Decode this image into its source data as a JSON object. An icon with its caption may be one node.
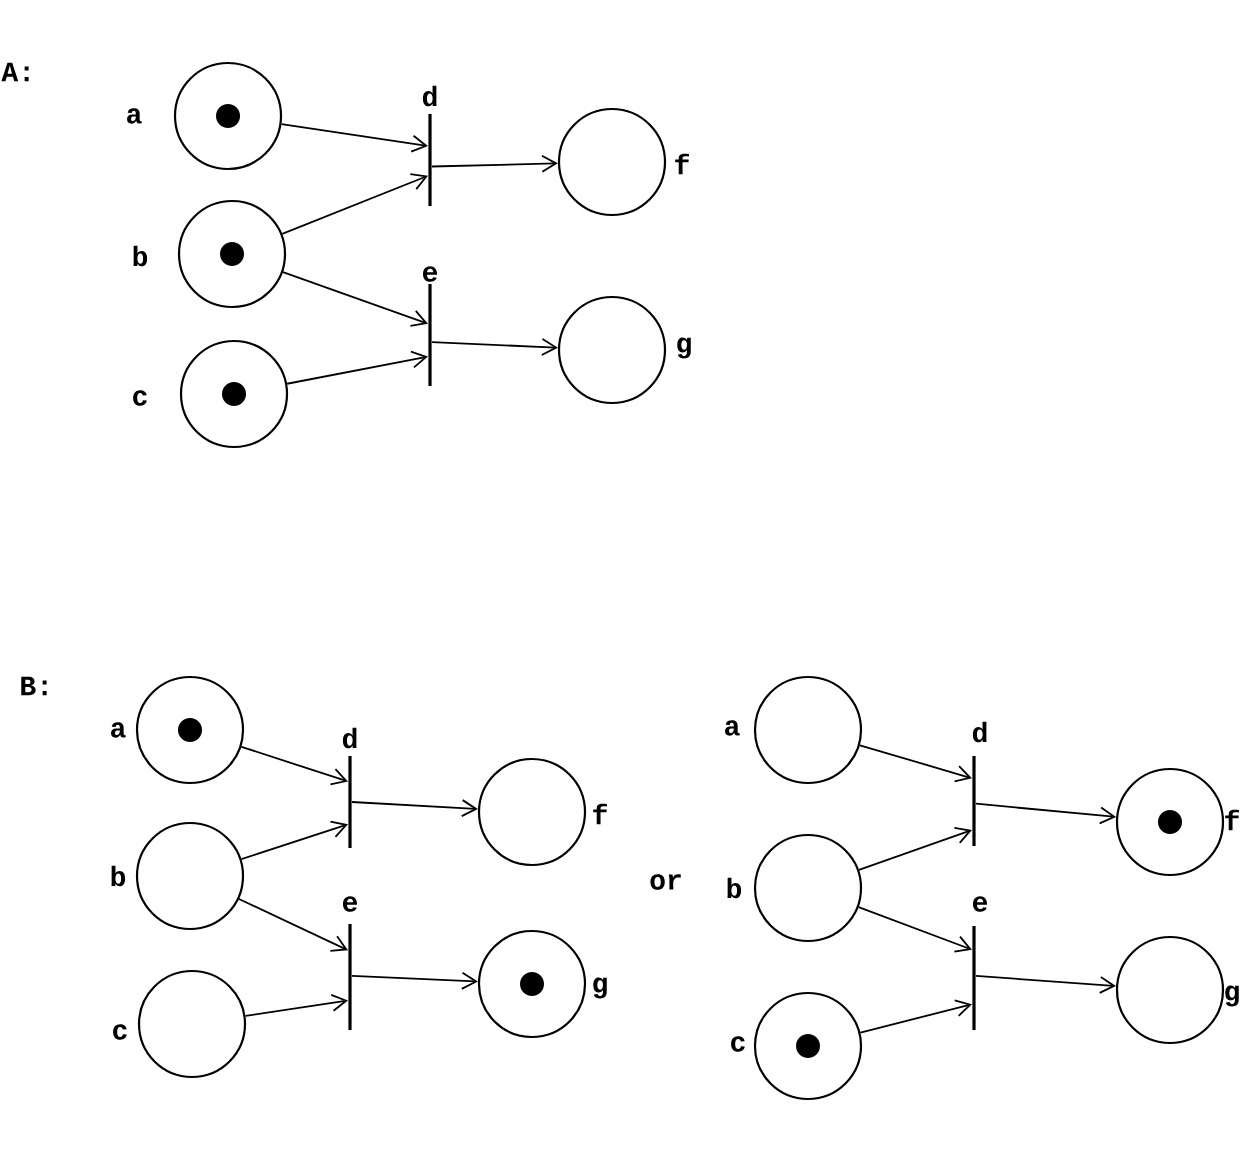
{
  "diagram": {
    "nodes": [
      {
        "text": [],
        "shape": "circle",
        "beside": [
          "a"
        ]
      },
      {
        "text": [],
        "shape": "dot",
        "in": 0
      },
      {
        "text": [],
        "shape": "circle",
        "beside": [
          "b"
        ]
      },
      {
        "text": [],
        "shape": "dot",
        "in": 2
      },
      {
        "text": [],
        "shape": "circle",
        "beside": [
          "c"
        ]
      },
      {
        "text": [],
        "shape": "dot",
        "in": 4
      },
      {
        "text": [],
        "shape": "bar",
        "beside": [
          "d"
        ]
      },
      {
        "text": [],
        "shape": "bar",
        "beside": [
          "e"
        ]
      },
      {
        "text": [],
        "shape": "circle",
        "beside": [
          "f"
        ]
      },
      {
        "text": [],
        "shape": "circle",
        "beside": [
          "g"
        ]
      },
      {
        "text": [],
        "shape": "circle",
        "beside": [
          "a"
        ]
      },
      {
        "text": [],
        "shape": "dot",
        "in": 10
      },
      {
        "text": [],
        "shape": "circle",
        "beside": [
          "b"
        ]
      },
      {
        "text": [],
        "shape": "circle",
        "beside": [
          "c"
        ]
      },
      {
        "text": [],
        "shape": "bar",
        "beside": [
          "d"
        ]
      },
      {
        "text": [],
        "shape": "bar",
        "beside": [
          "e"
        ]
      },
      {
        "text": [],
        "shape": "circle",
        "beside": [
          "f"
        ]
      },
      {
        "text": [],
        "shape": "circle",
        "beside": [
          "g"
        ]
      },
      {
        "text": [],
        "shape": "dot",
        "in": 17
      },
      {
        "text": [],
        "shape": "circle",
        "beside": [
          "a"
        ]
      },
      {
        "text": [],
        "shape": "circle",
        "beside": [
          "b"
        ]
      },
      {
        "text": [],
        "shape": "circle",
        "beside": [
          "c"
        ]
      },
      {
        "text": [],
        "shape": "dot",
        "in": 21
      },
      {
        "text": [],
        "shape": "bar",
        "beside": [
          "d"
        ]
      },
      {
        "text": [],
        "shape": "bar",
        "beside": [
          "e"
        ]
      },
      {
        "text": [],
        "shape": "circle",
        "beside": [
          "f"
        ]
      },
      {
        "text": [],
        "shape": "dot",
        "in": 25
      },
      {
        "text": [],
        "shape": "circle",
        "beside": [
          "g"
        ]
      }
    ],
    "edges": [
      {
        "from": 0,
        "to": 6,
        "arrow": "to"
      },
      {
        "from": 2,
        "to": 6,
        "arrow": "to"
      },
      {
        "from": 2,
        "to": 7,
        "arrow": "to"
      },
      {
        "from": 4,
        "to": 7,
        "arrow": "to"
      },
      {
        "from": 6,
        "to": 8,
        "arrow": "to"
      },
      {
        "from": 7,
        "to": 9,
        "arrow": "to"
      },
      {
        "from": 10,
        "to": 14,
        "arrow": "to"
      },
      {
        "from": 12,
        "to": 14,
        "arrow": "to"
      },
      {
        "from": 12,
        "to": 15,
        "arrow": "to"
      },
      {
        "from": 13,
        "to": 15,
        "arrow": "to"
      },
      {
        "from": 14,
        "to": 16,
        "arrow": "to"
      },
      {
        "from": 15,
        "to": 17,
        "arrow": "to"
      },
      {
        "from": 19,
        "to": 23,
        "arrow": "to"
      },
      {
        "from": 20,
        "to": 23,
        "arrow": "to"
      },
      {
        "from": 20,
        "to": 24,
        "arrow": "to"
      },
      {
        "from": 21,
        "to": 24,
        "arrow": "to"
      },
      {
        "from": 23,
        "to": 25,
        "arrow": "to"
      },
      {
        "from": 24,
        "to": 27,
        "arrow": "to"
      }
    ],
    "labels": [
      "A:",
      "B:",
      "or"
    ]
  }
}
